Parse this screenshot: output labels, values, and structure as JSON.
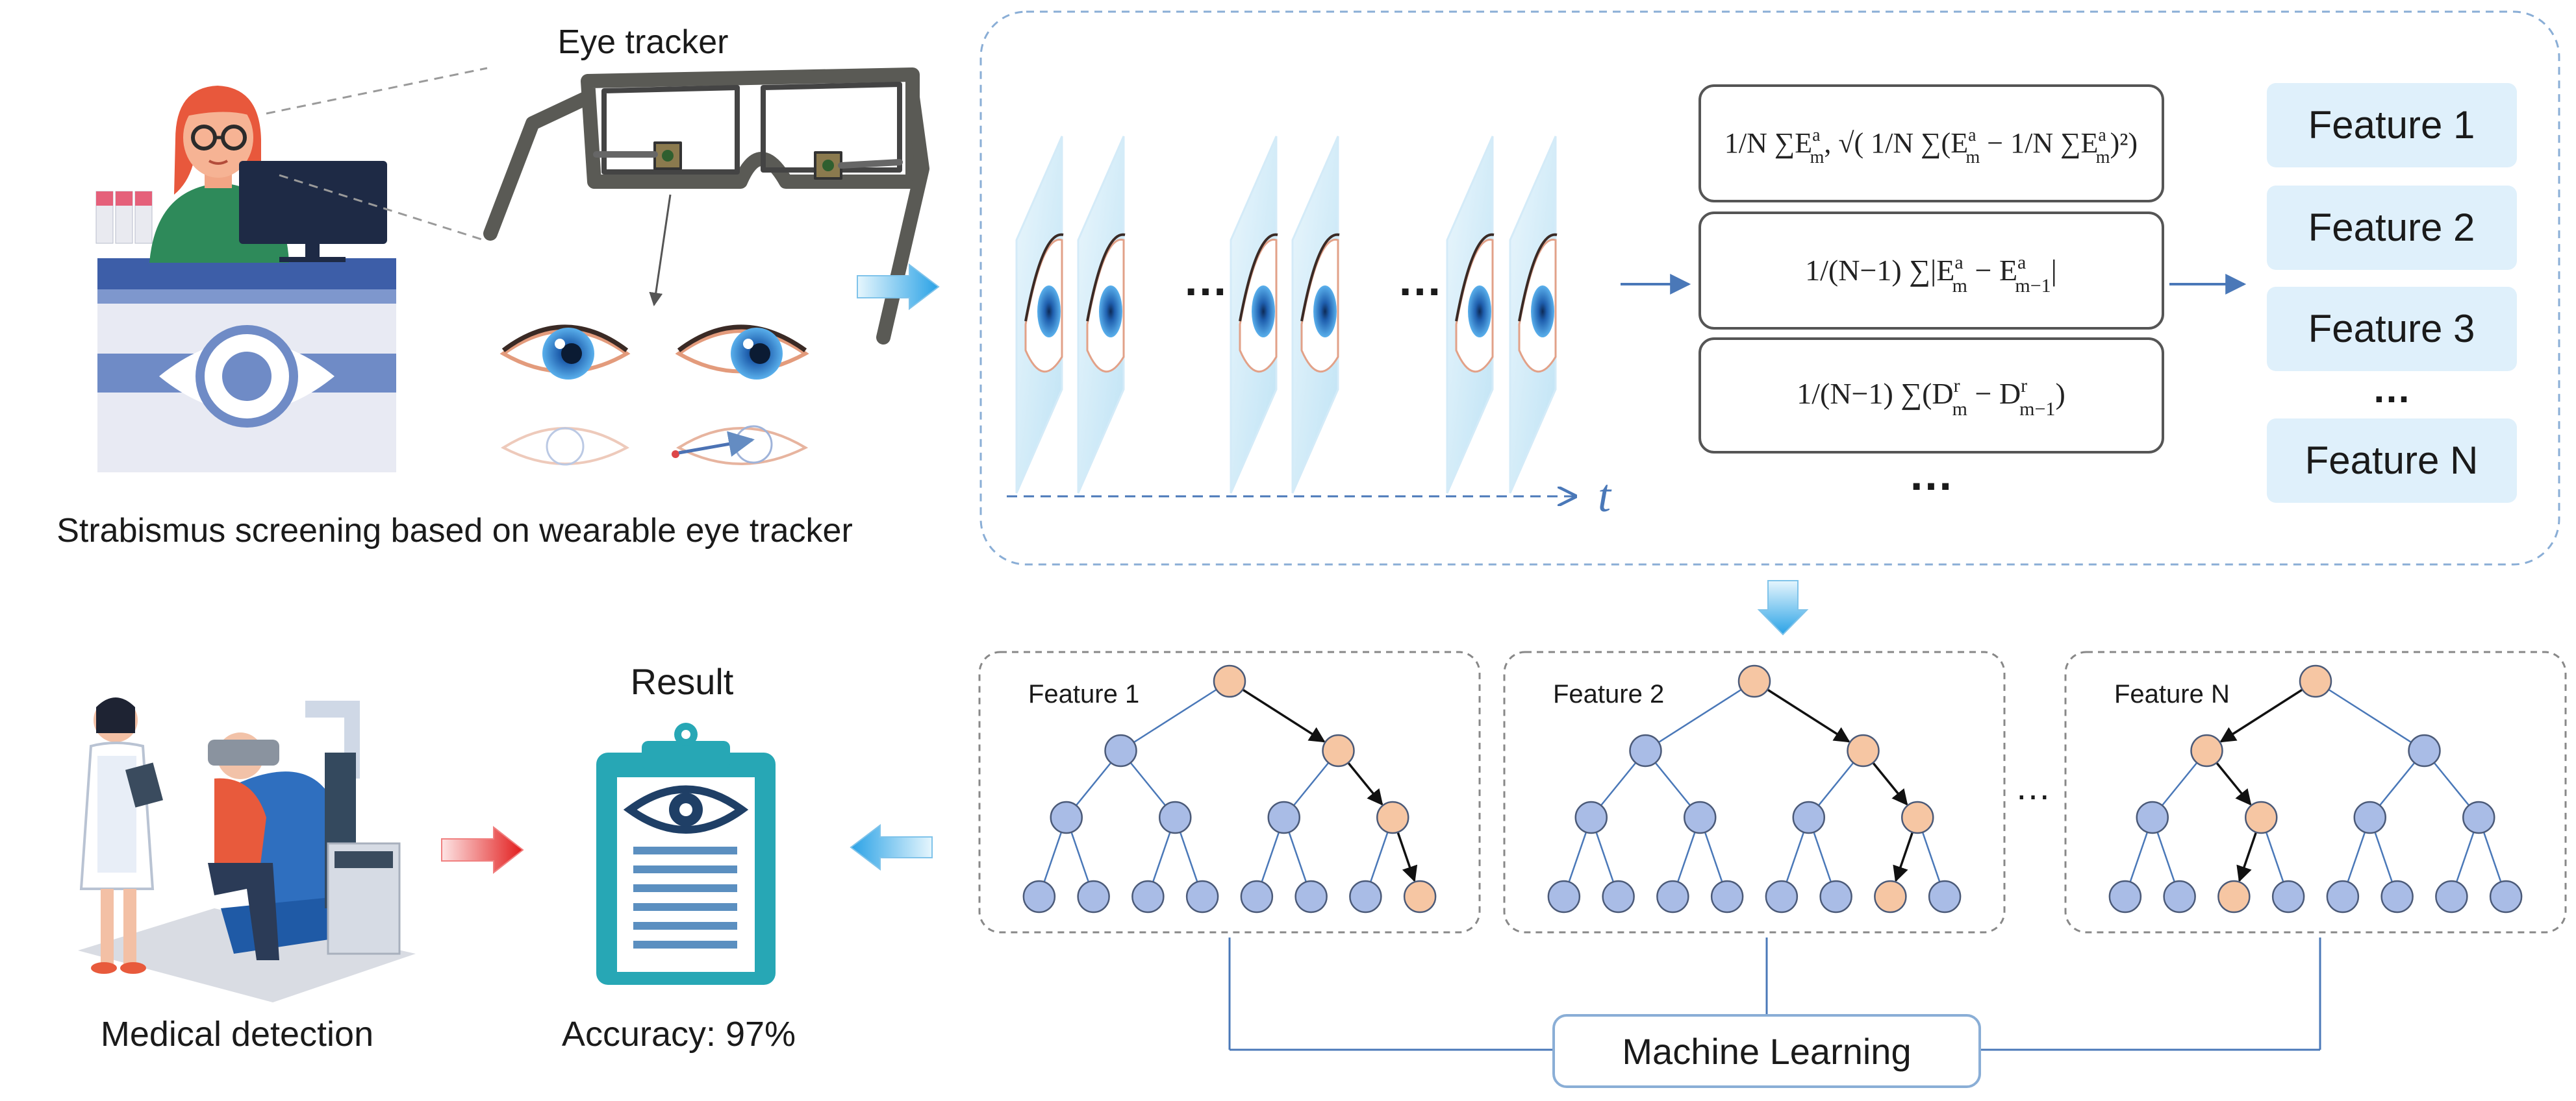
{
  "labels": {
    "eye_tracker": "Eye tracker",
    "screening_caption": "Strabismus screening based on wearable eye tracker",
    "time_axis": "t",
    "result_title": "Result",
    "accuracy": "Accuracy: 97%",
    "medical_detection": "Medical detection",
    "machine_learning": "Machine Learning",
    "ellipsis": "…"
  },
  "formulas": [
    {
      "main": "1/N ∑ E^a_m , √( 1/N ∑ ( E^a_m − 1/N ∑ E^a_m )² )"
    },
    {
      "main": "1/(N − 1) ∑ | E^a_m − E^a_(m−1) |"
    },
    {
      "main": "1/(N − 1) ∑ ( D^r_m − D^r_(m−1) )"
    }
  ],
  "features": [
    "Feature 1",
    "Feature 2",
    "Feature 3",
    "Feature N"
  ],
  "trees": [
    {
      "label": "Feature 1"
    },
    {
      "label": "Feature 2"
    },
    {
      "label": "Feature N"
    }
  ],
  "colors": {
    "feature_box": "#dff0fb",
    "node_blue": "#a9bce6",
    "node_orange": "#f6c6a3",
    "tree_line": "#4a78b8",
    "arrow_blue": "#3ba7e5",
    "arrow_red": "#e03030"
  }
}
